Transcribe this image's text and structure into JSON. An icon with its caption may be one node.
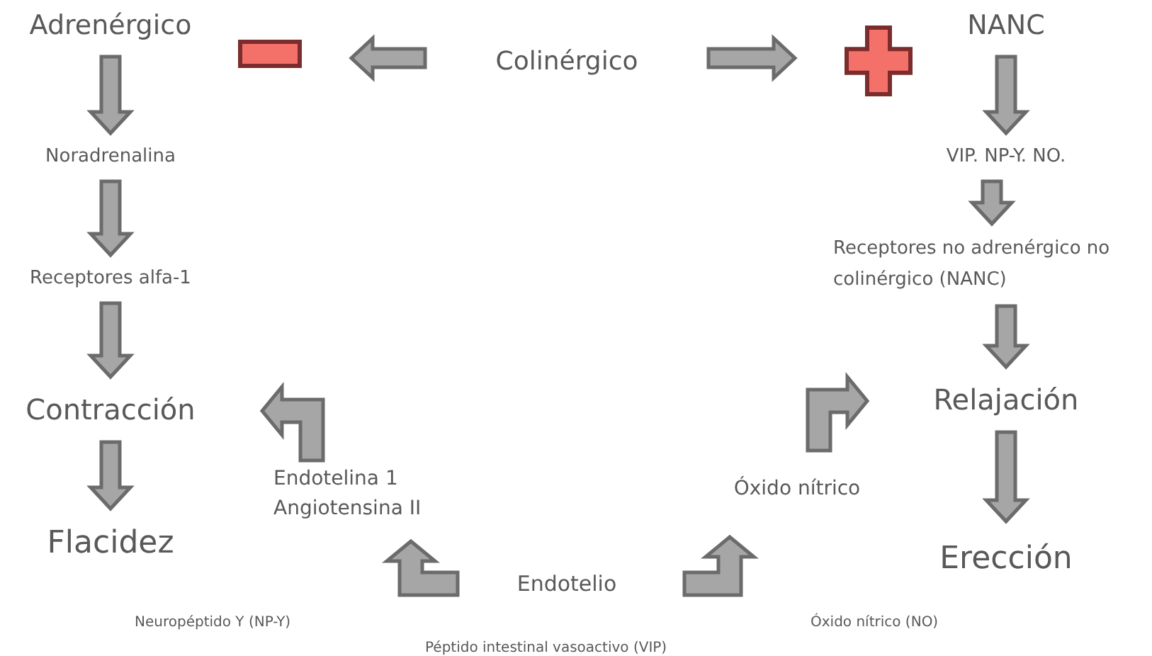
{
  "diagram": {
    "nodes": [
      {
        "text": [
          "Adrenérgico"
        ]
      },
      {
        "text": [],
        "shape": "bar"
      },
      {
        "text": [
          "Colinérgico"
        ]
      },
      {
        "text": [],
        "shape": "cross"
      },
      {
        "text": [
          "NANC"
        ]
      },
      {
        "text": [
          "Noradrenalina"
        ]
      },
      {
        "text": [
          "VIP. NP-Y. NO."
        ]
      },
      {
        "text": [
          "Receptores alfa-1"
        ]
      },
      {
        "text": [
          "Receptores no adrenérgico no colinérgico (NANC)"
        ]
      },
      {
        "text": [
          "Contracción"
        ]
      },
      {
        "text": [
          "Relajación"
        ]
      },
      {
        "text": [
          "Endotelina 1",
          "Angiotensina II"
        ]
      },
      {
        "text": [
          "Óxido nítrico"
        ]
      },
      {
        "text": [
          "Flacidez"
        ]
      },
      {
        "text": [
          "Endotelio"
        ]
      },
      {
        "text": [
          "Erección"
        ]
      }
    ],
    "edges": [
      {
        "from": 2,
        "to": 1,
        "arrow": "to"
      },
      {
        "from": 2,
        "to": 3,
        "arrow": "to"
      },
      {
        "from": 0,
        "to": 5,
        "arrow": "to"
      },
      {
        "from": 4,
        "to": 6,
        "arrow": "to"
      },
      {
        "from": 5,
        "to": 7,
        "arrow": "to"
      },
      {
        "from": 6,
        "to": 8,
        "arrow": "to"
      },
      {
        "from": 7,
        "to": 9,
        "arrow": "to"
      },
      {
        "from": 8,
        "to": 10,
        "arrow": "to"
      },
      {
        "from": 9,
        "to": 13,
        "arrow": "to"
      },
      {
        "from": 10,
        "to": 15,
        "arrow": "to"
      },
      {
        "from": 14,
        "to": 11,
        "arrow": "to"
      },
      {
        "from": 11,
        "to": 9,
        "arrow": "to"
      },
      {
        "from": 14,
        "to": 12,
        "arrow": "to"
      },
      {
        "from": 12,
        "to": 10,
        "arrow": "to"
      }
    ],
    "labels": [
      "Neuropéptido Y (NP-Y)",
      "Óxido nítrico (NO)",
      "Péptido intestinal vasoactivo (VIP)"
    ]
  }
}
